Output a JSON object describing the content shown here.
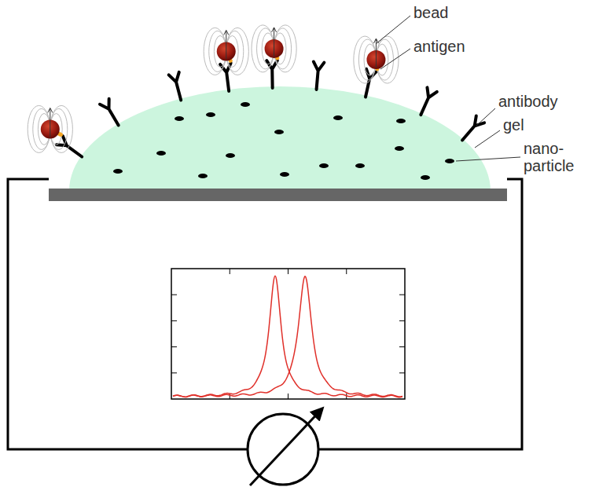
{
  "diagram": {
    "labels": [
      "bead",
      "antigen",
      "antibody",
      "gel",
      "nano- particle"
    ]
  }
}
